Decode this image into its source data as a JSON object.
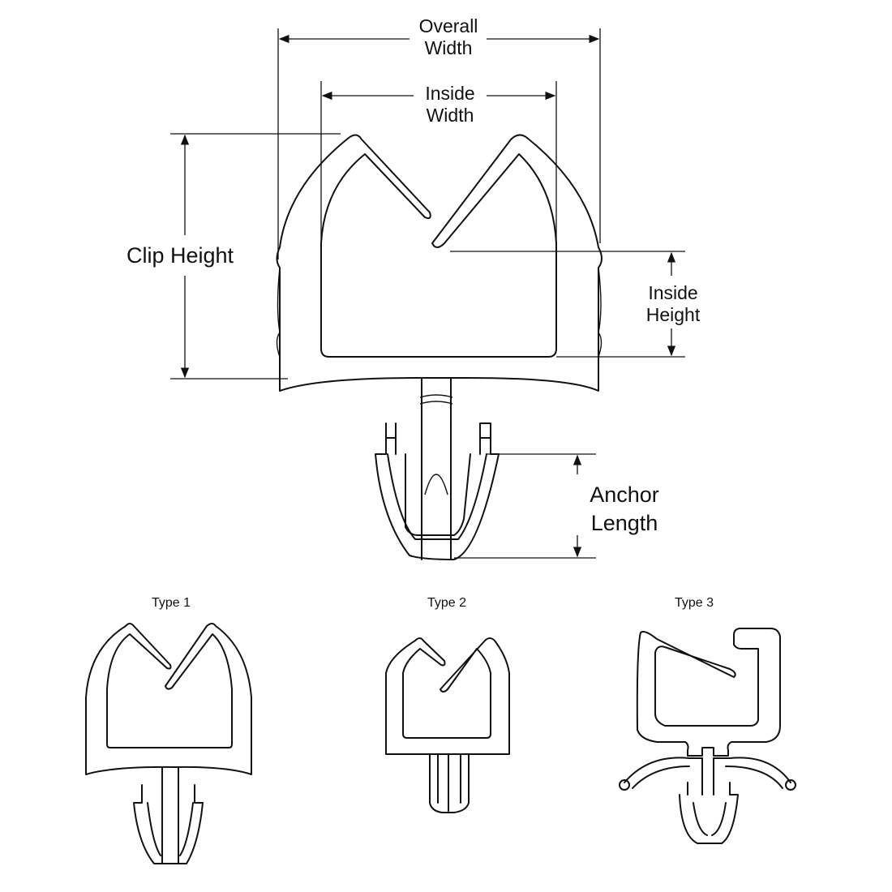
{
  "labels": {
    "overall_width": [
      "Overall",
      "Width"
    ],
    "inside_width": [
      "Inside",
      "Width"
    ],
    "clip_height": "Clip Height",
    "inside_height": [
      "Inside",
      "Height"
    ],
    "anchor_length": [
      "Anchor",
      "Length"
    ]
  },
  "types": [
    "Type 1",
    "Type 2",
    "Type 3"
  ]
}
